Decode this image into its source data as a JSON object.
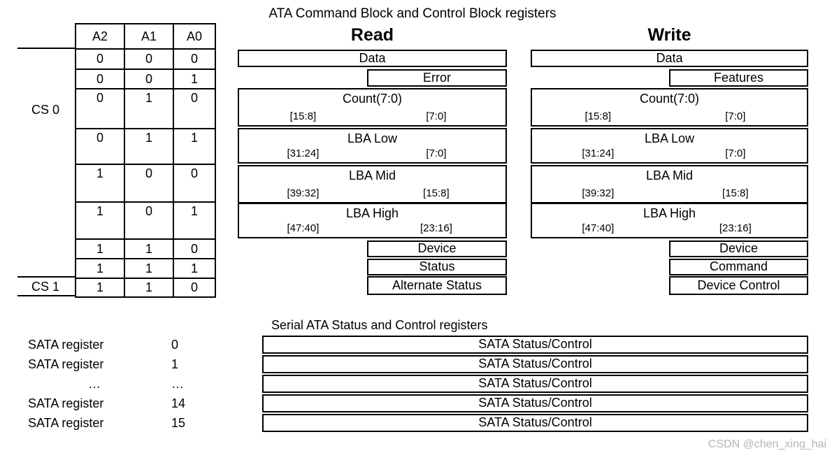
{
  "title": "ATA Command Block and Control Block registers",
  "watermark": "CSDN @chen_xing_hai",
  "address_table": {
    "headers": [
      "A2",
      "A1",
      "A0"
    ],
    "rows": [
      [
        "0",
        "0",
        "0"
      ],
      [
        "0",
        "0",
        "1"
      ],
      [
        "0",
        "1",
        "0"
      ],
      [
        "0",
        "1",
        "1"
      ],
      [
        "1",
        "0",
        "0"
      ],
      [
        "1",
        "0",
        "1"
      ],
      [
        "1",
        "1",
        "0"
      ],
      [
        "1",
        "1",
        "1"
      ],
      [
        "1",
        "1",
        "0"
      ]
    ],
    "cs0_label": "CS 0",
    "cs1_label": "CS 1"
  },
  "read_column": {
    "heading": "Read",
    "registers": {
      "data": "Data",
      "error": "Error",
      "count": {
        "name": "Count(7:0)",
        "high": "[15:8]",
        "low": "[7:0]"
      },
      "lba_low": {
        "name": "LBA Low",
        "high": "[31:24]",
        "low": "[7:0]"
      },
      "lba_mid": {
        "name": "LBA Mid",
        "high": "[39:32]",
        "low": "[15:8]"
      },
      "lba_high": {
        "name": "LBA High",
        "high": "[47:40]",
        "low": "[23:16]"
      },
      "device": "Device",
      "status": "Status",
      "alt_status": "Alternate Status"
    }
  },
  "write_column": {
    "heading": "Write",
    "registers": {
      "data": "Data",
      "features": "Features",
      "count": {
        "name": "Count(7:0)",
        "high": "[15:8]",
        "low": "[7:0]"
      },
      "lba_low": {
        "name": "LBA Low",
        "high": "[31:24]",
        "low": "[7:0]"
      },
      "lba_mid": {
        "name": "LBA Mid",
        "high": "[39:32]",
        "low": "[15:8]"
      },
      "lba_high": {
        "name": "LBA High",
        "high": "[47:40]",
        "low": "[23:16]"
      },
      "device": "Device",
      "command": "Command",
      "device_control": "Device Control"
    }
  },
  "sata_section": {
    "title": "Serial ATA Status and Control registers",
    "box_label": "SATA Status/Control",
    "registers": [
      {
        "name": "SATA register",
        "index": "0"
      },
      {
        "name": "SATA register",
        "index": "1"
      },
      {
        "name": "…",
        "index": "…"
      },
      {
        "name": "SATA register",
        "index": "14"
      },
      {
        "name": "SATA register",
        "index": "15"
      }
    ]
  }
}
